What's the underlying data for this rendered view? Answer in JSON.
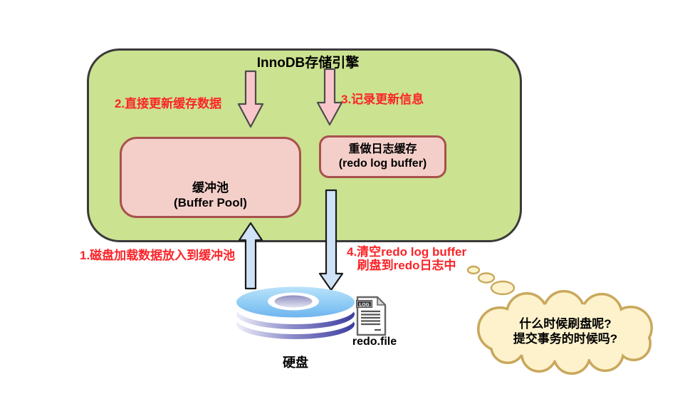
{
  "diagram": {
    "title": "InnoDB存储引擎",
    "nodes": {
      "buffer_pool": {
        "name_cn": "缓冲池",
        "name_en": "(Buffer Pool)"
      },
      "redo_log_buffer": {
        "name_cn": "重做日志缓存",
        "name_en": "(redo log buffer)"
      },
      "disk": {
        "label": "硬盘"
      },
      "redo_file": {
        "label": "redo.file",
        "badge": "LOG"
      }
    },
    "steps": {
      "step1": "1.磁盘加载数据放入到缓冲池",
      "step2": "2.直接更新缓存数据",
      "step3": "3.记录更新信息",
      "step4_line1": "4.清空redo log buffer",
      "step4_line2": "刷盘到redo日志中"
    },
    "thought_bubble": {
      "line1": "什么时候刷盘呢?",
      "line2": "提交事务的时候吗?"
    },
    "colors": {
      "engine_fill": "#cbe290",
      "engine_border": "#3a3a3a",
      "node_fill": "#f4cfca",
      "node_border": "#a8514c",
      "step_text_red": "#fb2428",
      "pink_arrow_fill": "#f9c7cb",
      "blue_arrow_fill": "#cfe2f7",
      "cloud_fill": "#fdf2cc",
      "cloud_border": "#c9a85c",
      "disk_blue_top": "#b9e2fa",
      "disk_blue_bottom": "#6fb4ef",
      "disk_indigo": "#3d3da0"
    }
  }
}
